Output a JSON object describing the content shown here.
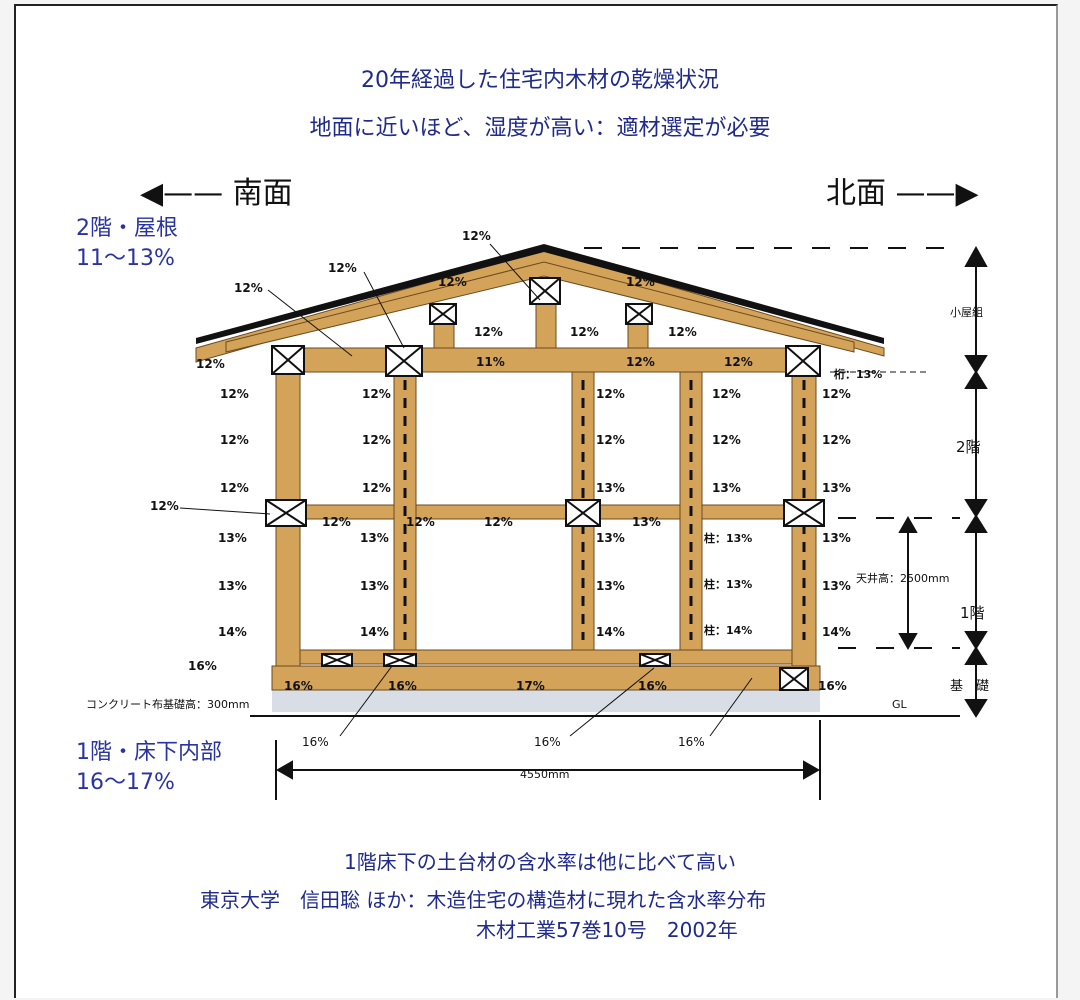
{
  "title_line1": "20年経過した住宅内木材の乾燥状況",
  "title_line2": "地面に近いほど、湿度が高い：適材選定が必要",
  "south_label": "南面",
  "north_label": "北面",
  "roof_note_line1": "2階・屋根",
  "roof_note_line2": "11～13%",
  "floor_note_line1": "1階・床下内部",
  "floor_note_line2": "16～17%",
  "footer_line1": "1階床下の土台材の含水率は他に比べて高い",
  "footer_line2": "東京大学　信田聡 ほか：木造住宅の構造材に現れた含水率分布",
  "footer_line3": "木材工業57巻10号　2002年",
  "colors": {
    "wood": "#d4a35a",
    "roof": "#111111",
    "title": "#1f2a8c"
  },
  "diagram": {
    "labels": [
      {
        "id": "roof-apex",
        "text": "12%"
      },
      {
        "id": "roof-left-a",
        "text": "12%"
      },
      {
        "id": "roof-left-b",
        "text": "12%"
      },
      {
        "id": "roof-ridge-left",
        "text": "12%"
      },
      {
        "id": "roof-ridge-right",
        "text": "12%"
      },
      {
        "id": "eave-left",
        "text": "12%"
      },
      {
        "id": "strut-1",
        "text": "12%"
      },
      {
        "id": "strut-2",
        "text": "12%"
      },
      {
        "id": "strut-3",
        "text": "12%"
      },
      {
        "id": "beam-top-1",
        "text": "11%"
      },
      {
        "id": "beam-top-2",
        "text": "12%"
      },
      {
        "id": "beam-top-3",
        "text": "12%"
      },
      {
        "id": "keta",
        "text": "桁：13%"
      },
      {
        "id": "ext-l-1",
        "text": "12%"
      },
      {
        "id": "ext-l-2",
        "text": "12%"
      },
      {
        "id": "ext-l-3",
        "text": "12%"
      },
      {
        "id": "ext-l-4",
        "text": "12%"
      },
      {
        "id": "ext-l-5",
        "text": "13%"
      },
      {
        "id": "ext-l-6",
        "text": "13%"
      },
      {
        "id": "ext-l-7",
        "text": "14%"
      },
      {
        "id": "ext-l-8",
        "text": "16%"
      },
      {
        "id": "c1-1",
        "text": "12%"
      },
      {
        "id": "c1-2",
        "text": "12%"
      },
      {
        "id": "c1-3",
        "text": "12%"
      },
      {
        "id": "c1-4",
        "text": "13%"
      },
      {
        "id": "c1-5",
        "text": "13%"
      },
      {
        "id": "c1-6",
        "text": "14%"
      },
      {
        "id": "c2-1",
        "text": "12%"
      },
      {
        "id": "c2-2",
        "text": "12%"
      },
      {
        "id": "c2-3",
        "text": "13%"
      },
      {
        "id": "c2-4",
        "text": "13%"
      },
      {
        "id": "c2-5",
        "text": "13%"
      },
      {
        "id": "c2-6",
        "text": "14%"
      },
      {
        "id": "c3-1",
        "text": "12%"
      },
      {
        "id": "c3-2",
        "text": "12%"
      },
      {
        "id": "c3-3",
        "text": "13%"
      },
      {
        "id": "c3-4",
        "text": "柱：13%"
      },
      {
        "id": "c3-5",
        "text": "柱：13%"
      },
      {
        "id": "c3-6",
        "text": "柱：14%"
      },
      {
        "id": "ext-r-1",
        "text": "12%"
      },
      {
        "id": "ext-r-2",
        "text": "12%"
      },
      {
        "id": "ext-r-3",
        "text": "13%"
      },
      {
        "id": "ext-r-4",
        "text": "13%"
      },
      {
        "id": "ext-r-5",
        "text": "13%"
      },
      {
        "id": "ext-r-6",
        "text": "14%"
      },
      {
        "id": "mid-beam-1",
        "text": "12%"
      },
      {
        "id": "mid-beam-2",
        "text": "12%"
      },
      {
        "id": "mid-beam-3",
        "text": "12%"
      },
      {
        "id": "mid-beam-4",
        "text": "13%"
      },
      {
        "id": "sill-1",
        "text": "16%"
      },
      {
        "id": "sill-2",
        "text": "16%"
      },
      {
        "id": "sill-3",
        "text": "17%"
      },
      {
        "id": "sill-4",
        "text": "16%"
      },
      {
        "id": "sill-5",
        "text": "16%"
      },
      {
        "id": "under-1",
        "text": "16%"
      },
      {
        "id": "under-2",
        "text": "16%"
      },
      {
        "id": "under-3",
        "text": "16%"
      },
      {
        "id": "foundation",
        "text": "コンクリート布基礎高：300mm"
      },
      {
        "id": "gl",
        "text": "GL"
      },
      {
        "id": "width",
        "text": "4550mm"
      },
      {
        "id": "ceiling",
        "text": "天井高：2500mm"
      },
      {
        "id": "dim-koyagumi",
        "text": "小屋組"
      },
      {
        "id": "dim-2f",
        "text": "2階"
      },
      {
        "id": "dim-1f",
        "text": "1階"
      },
      {
        "id": "dim-kiso",
        "text": "基　礎"
      }
    ]
  }
}
